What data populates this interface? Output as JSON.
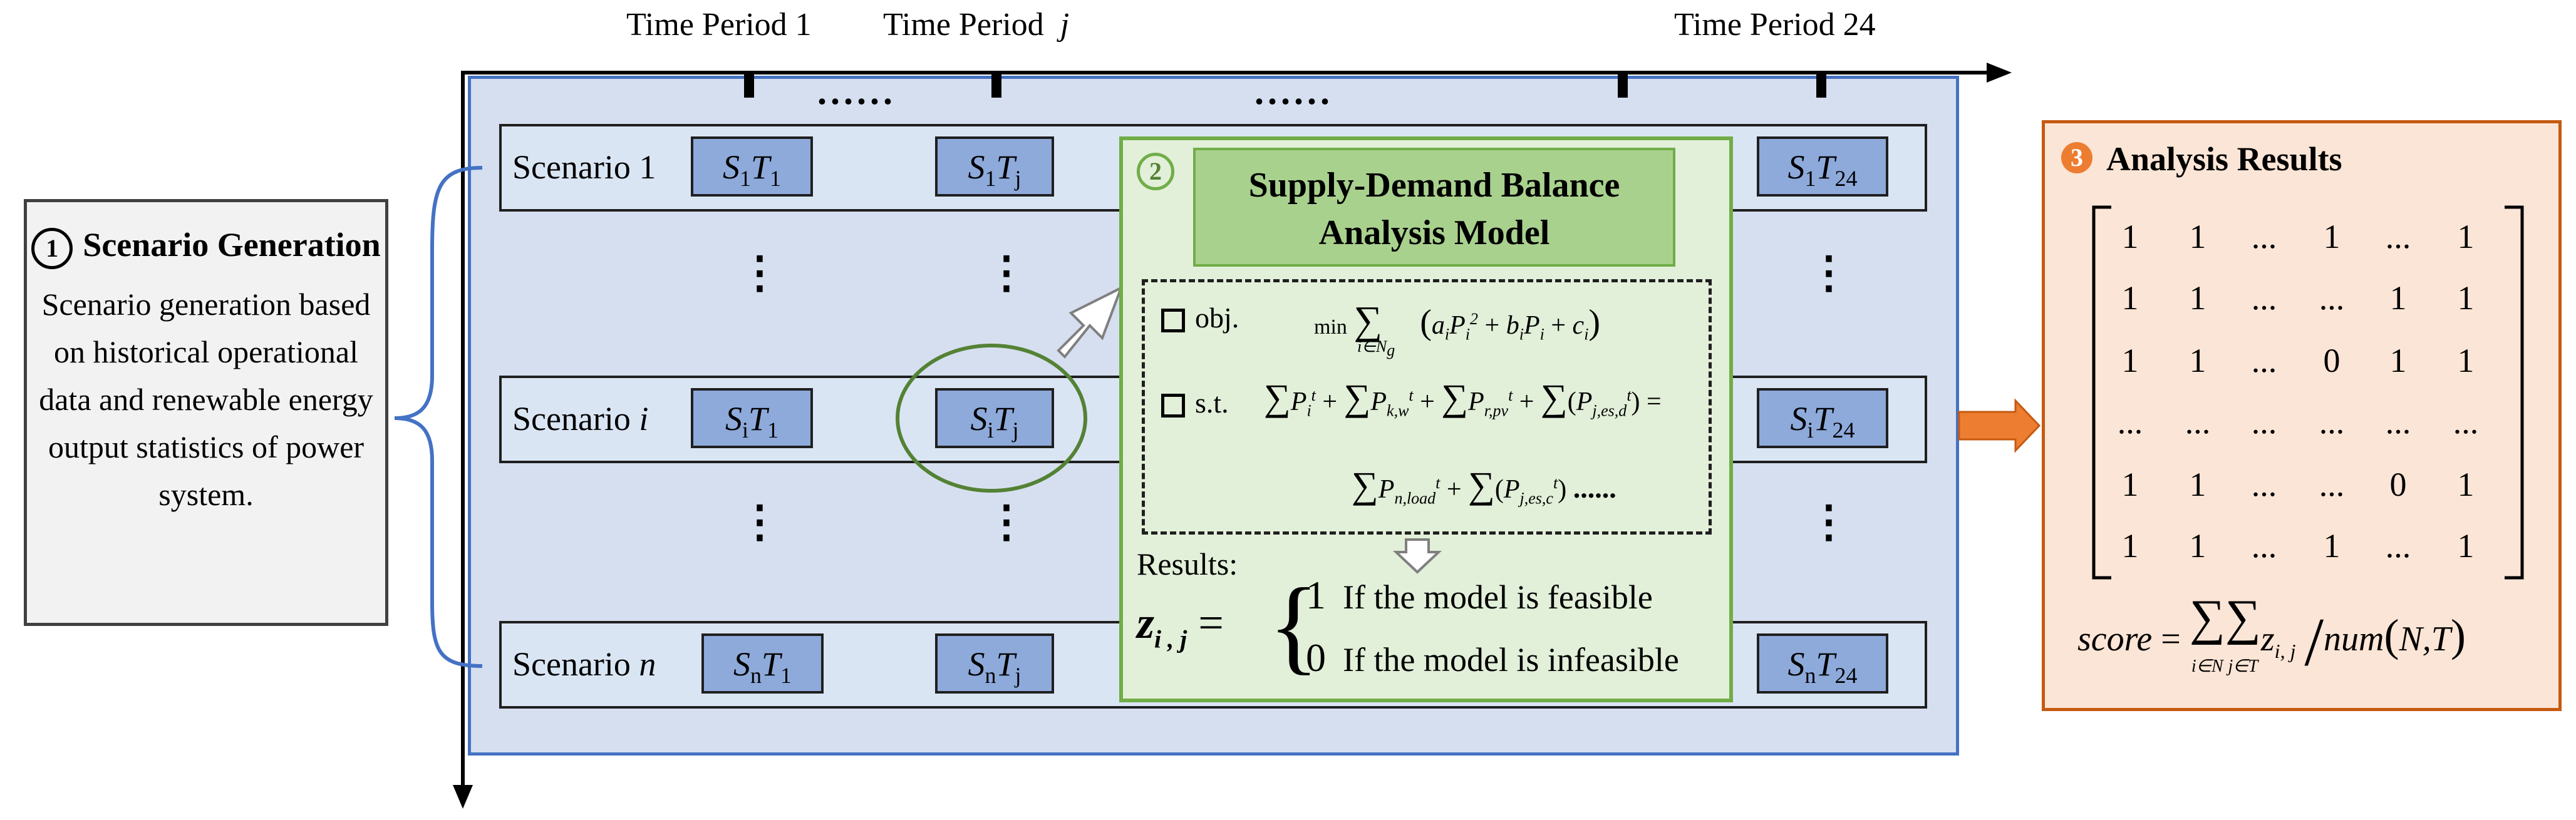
{
  "time_axis": {
    "period_1": "Time Period 1",
    "period_j_prefix": "Time Period",
    "period_j_var": "j",
    "period_24": "Time Period 24",
    "dots": "......"
  },
  "section1": {
    "number": "1",
    "title": "Scenario Generation",
    "description": "Scenario generation based on historical operational data and renewable energy output statistics of power system."
  },
  "scenarios": [
    {
      "label": "Scenario 1",
      "label_var": "",
      "sub": "1"
    },
    {
      "label": "Scenario",
      "label_var": "i",
      "sub": "i"
    },
    {
      "label": "Scenario",
      "label_var": "n",
      "sub": "n"
    }
  ],
  "cells": {
    "s_symbol": "S",
    "t_symbol": "T",
    "t_first_sub": "1",
    "t_j_sub": "j",
    "t_last_sub": "24"
  },
  "vdots": "⋮",
  "section2": {
    "number": "2",
    "title_line1": "Supply-Demand Balance",
    "title_line2": "Analysis Model",
    "obj_label": "obj.",
    "st_label": "s.t.",
    "results_label": "Results:",
    "z_symbol": "z",
    "z_sub": "i , j",
    "case1_value": "1",
    "case1_text": "If the model is feasible",
    "case0_value": "0",
    "case0_text": "If the model is infeasible",
    "ellipsis": "......"
  },
  "section3": {
    "number": "3",
    "title": "Analysis Results",
    "matrix": [
      [
        "1",
        "1",
        "...",
        "1",
        "...",
        "1"
      ],
      [
        "1",
        "1",
        "...",
        "...",
        "1",
        "1"
      ],
      [
        "1",
        "1",
        "...",
        "0",
        "1",
        "1"
      ],
      [
        "...",
        "...",
        "...",
        "...",
        "...",
        "..."
      ],
      [
        "1",
        "1",
        "...",
        "...",
        "0",
        "1"
      ],
      [
        "1",
        "1",
        "...",
        "1",
        "...",
        "1"
      ]
    ],
    "score_lhs": "score",
    "score_z": "z",
    "score_z_sub": "i, j",
    "score_sum_i": "i∈N",
    "score_sum_j": "j∈T",
    "score_num": "num",
    "score_args": "N,T"
  },
  "colors": {
    "panel_fill": "#d6dff0",
    "panel_border": "#4472c4",
    "cell_fill": "#8eaadb",
    "model_fill": "#e2efd9",
    "model_border": "#70ad47",
    "results_fill": "#fbe5d6",
    "results_border": "#c55a11",
    "arrow_orange": "#ed7d31"
  }
}
